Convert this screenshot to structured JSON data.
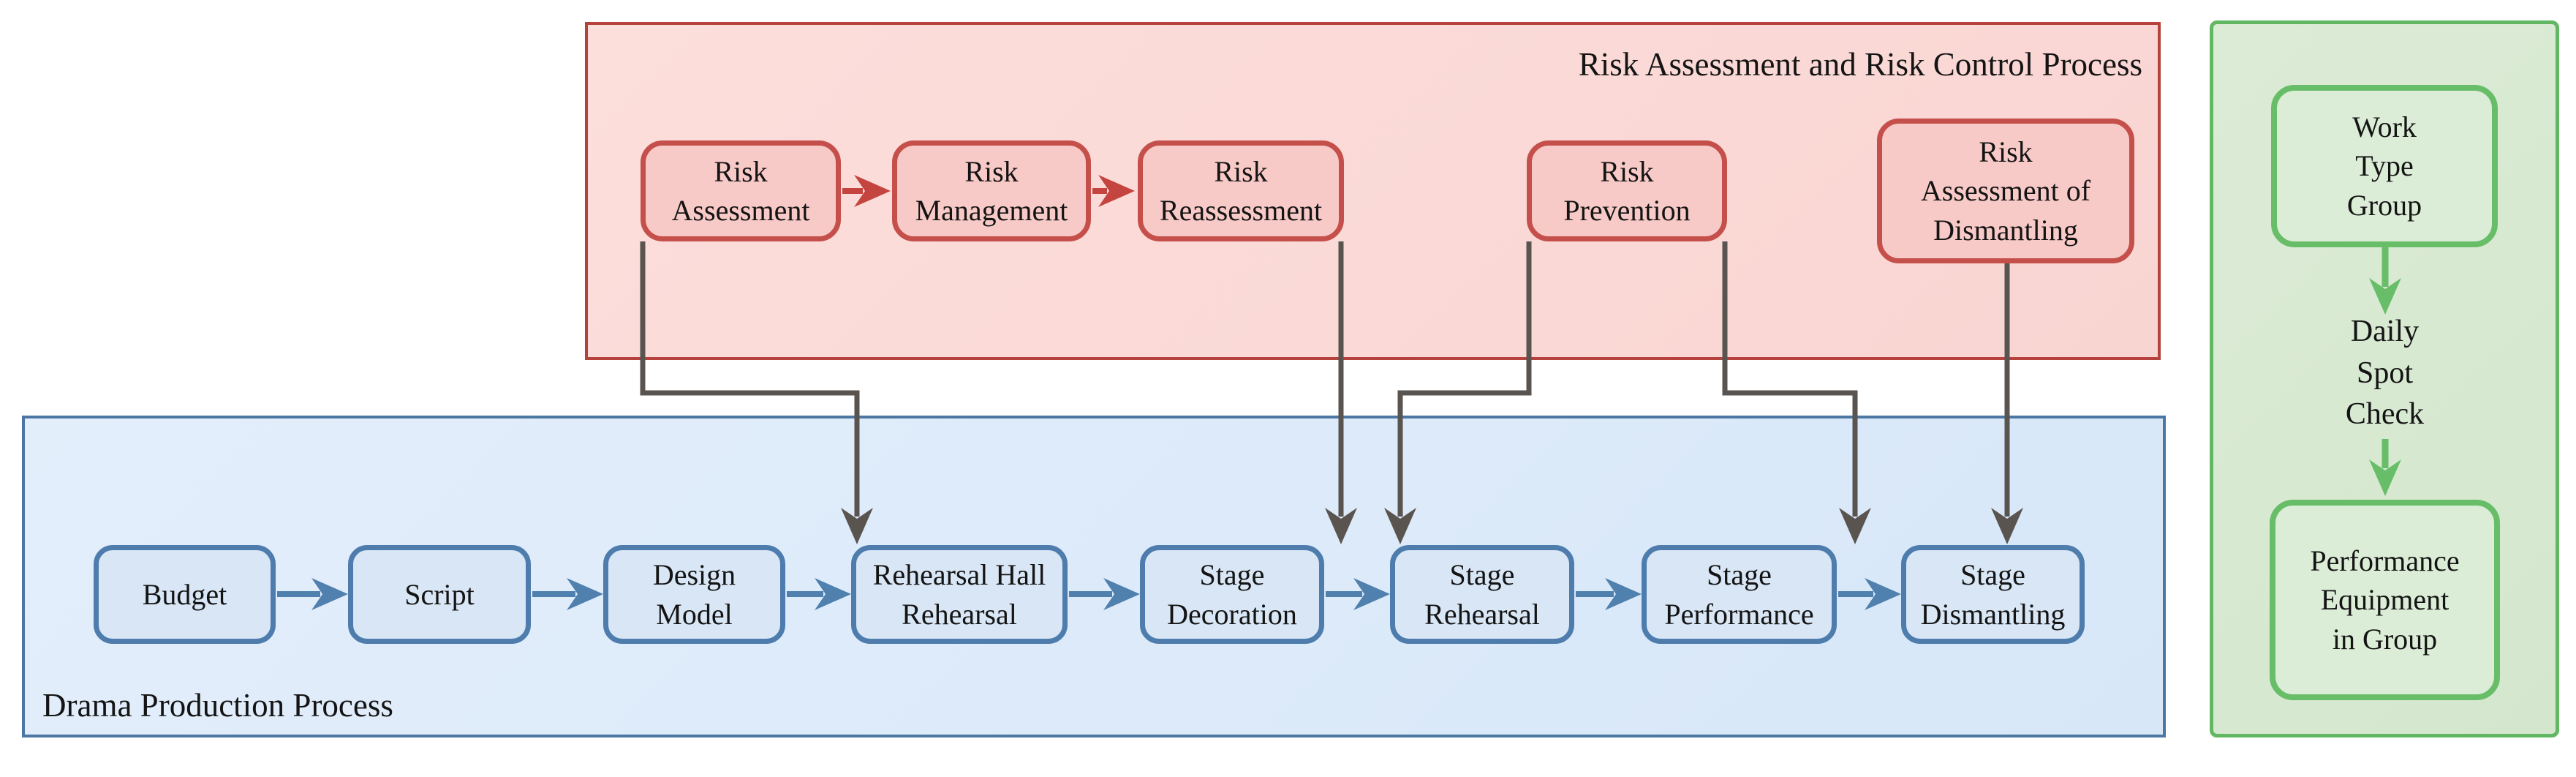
{
  "diagram": {
    "red_section": {
      "title": "Risk Assessment and Risk Control Process",
      "nodes": [
        {
          "id": "risk-assessment",
          "label": "Risk\nAssessment"
        },
        {
          "id": "risk-management",
          "label": "Risk\nManagement"
        },
        {
          "id": "risk-reassessment",
          "label": "Risk\nReassessment"
        },
        {
          "id": "risk-prevention",
          "label": "Risk\nPrevention"
        },
        {
          "id": "risk-assessment-of-dismantling",
          "label": "Risk\nAssessment of\nDismantling"
        }
      ]
    },
    "blue_section": {
      "title": "Drama Production Process",
      "nodes": [
        {
          "id": "budget",
          "label": "Budget"
        },
        {
          "id": "script",
          "label": "Script"
        },
        {
          "id": "design-model",
          "label": "Design\nModel"
        },
        {
          "id": "rehearsal-hall-rehearsal",
          "label": "Rehearsal Hall\nRehearsal"
        },
        {
          "id": "stage-decoration",
          "label": "Stage\nDecoration"
        },
        {
          "id": "stage-rehearsal",
          "label": "Stage\nRehearsal"
        },
        {
          "id": "stage-performance",
          "label": "Stage\nPerformance"
        },
        {
          "id": "stage-dismantling",
          "label": "Stage\nDismantling"
        }
      ]
    },
    "green_section": {
      "nodes": [
        {
          "id": "work-type-group",
          "label": "Work\nType\nGroup"
        },
        {
          "id": "performance-equipment-in-group",
          "label": "Performance\nEquipment\nin Group"
        }
      ],
      "middle_text": "Daily\nSpot\nCheck"
    },
    "edges": [
      {
        "from": "risk-assessment",
        "to": "risk-management",
        "color": "red"
      },
      {
        "from": "risk-management",
        "to": "risk-reassessment",
        "color": "red"
      },
      {
        "from": "risk-assessment",
        "to": "rehearsal-hall-rehearsal",
        "color": "gray"
      },
      {
        "from": "risk-reassessment",
        "to": "stage-decoration",
        "color": "gray"
      },
      {
        "from": "risk-prevention",
        "to": "stage-rehearsal",
        "color": "gray"
      },
      {
        "from": "risk-prevention",
        "to": "stage-performance",
        "color": "gray"
      },
      {
        "from": "risk-assessment-of-dismantling",
        "to": "stage-dismantling",
        "color": "gray"
      },
      {
        "from": "budget",
        "to": "script",
        "color": "blue"
      },
      {
        "from": "script",
        "to": "design-model",
        "color": "blue"
      },
      {
        "from": "design-model",
        "to": "rehearsal-hall-rehearsal",
        "color": "blue"
      },
      {
        "from": "rehearsal-hall-rehearsal",
        "to": "stage-decoration",
        "color": "blue"
      },
      {
        "from": "stage-decoration",
        "to": "stage-rehearsal",
        "color": "blue"
      },
      {
        "from": "stage-rehearsal",
        "to": "stage-performance",
        "color": "blue"
      },
      {
        "from": "stage-performance",
        "to": "stage-dismantling",
        "color": "blue"
      },
      {
        "from": "work-type-group",
        "to": "daily-spot-check",
        "color": "green"
      },
      {
        "from": "daily-spot-check",
        "to": "performance-equipment-in-group",
        "color": "green"
      }
    ],
    "colors": {
      "red_container_fill": "#f9d6d3",
      "red_container_border": "#b5423d",
      "red_node_fill": "#f8cac7",
      "red_node_border": "#c54f4a",
      "red_arrow": "#c4453f",
      "blue_container_fill": "#dbe9f9",
      "blue_container_border": "#4d77a3",
      "blue_node_fill": "#d8e6f5",
      "blue_node_border": "#4d7cad",
      "blue_arrow": "#5080ae",
      "green_container_fill": "#d8e9d3",
      "green_container_border": "#62b862",
      "green_node_fill": "#dcedd7",
      "green_node_border": "#68bd68",
      "green_arrow": "#68bd68",
      "connector_gray": "#595450",
      "text": "#141414"
    }
  }
}
